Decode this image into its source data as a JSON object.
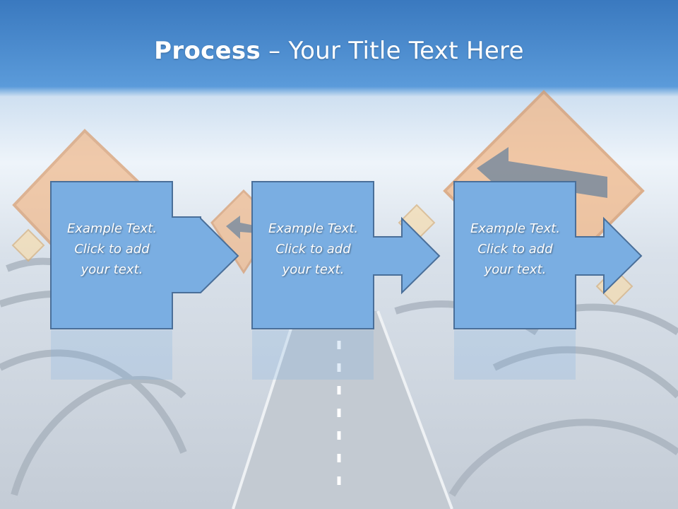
{
  "title": {
    "bold": "Process",
    "rest": " – Your Title Text Here"
  },
  "steps": [
    {
      "text": "Example Text.\nClick  to add\nyour text."
    },
    {
      "text": "Example Text.\nClick  to add\nyour text."
    },
    {
      "text": "Example Text.\nClick  to add\nyour text."
    }
  ],
  "colors": {
    "header_top": "#3f7fc2",
    "header_bottom": "#5a9ad8",
    "box_fill": "#7aaee2",
    "box_stroke": "#4a6f99",
    "road": "#b9c2cc",
    "sign_orange": "#f1b889"
  }
}
